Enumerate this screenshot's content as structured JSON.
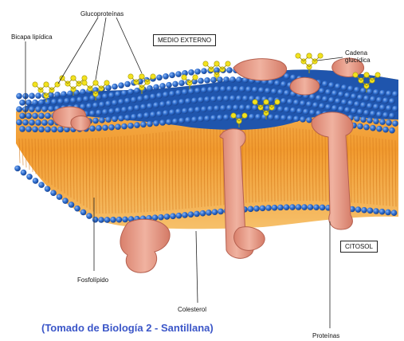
{
  "labels": {
    "glycoproteins": "Glucoproteínas",
    "lipid_bilayer": "Bicapa lipídica",
    "external_medium": "MEDIO EXTERNO",
    "sugar_chain_line1": "Cadena",
    "sugar_chain_line2": "glucídica",
    "cytosol": "CITOSOL",
    "phospholipid": "Fosfolípido",
    "cholesterol": "Colesterol",
    "proteins": "Proteínas"
  },
  "credit": "(Tomado de Biología 2 - Santillana)",
  "colors": {
    "phospholipid_head": "#2f6fd0",
    "tail_core": "#f3a23a",
    "protein": "#e89a86",
    "glycan": "#f2e21e",
    "credit_text": "#3b56c8"
  }
}
